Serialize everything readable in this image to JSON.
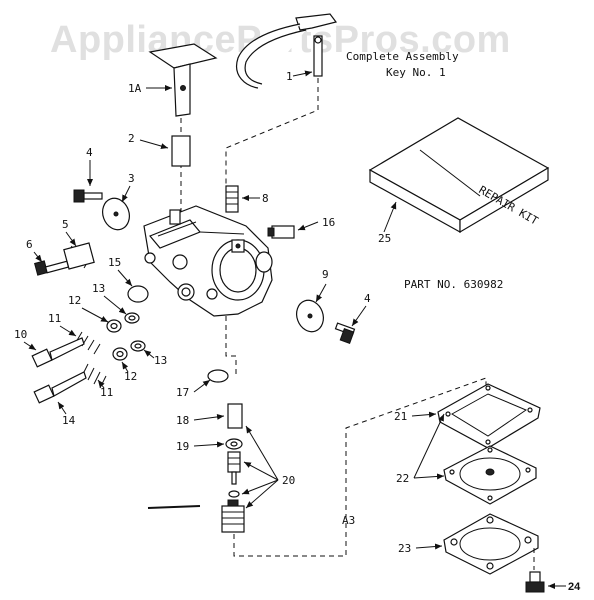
{
  "watermark": "AppliancePartsPros.com",
  "header": {
    "line1": "Complete Assembly",
    "line2": "Key No. 1"
  },
  "part_no": "PART NO. 630982",
  "repair_kit_label": "REPAIR KIT",
  "section_label": "A3",
  "callouts": {
    "c1A": "1A",
    "c1": "1",
    "c2": "2",
    "c3": "3",
    "c4a": "4",
    "c4b": "4",
    "c5": "5",
    "c6": "6",
    "c8": "8",
    "c9": "9",
    "c10": "10",
    "c11a": "11",
    "c11b": "11",
    "c12a": "12",
    "c12b": "12",
    "c13a": "13",
    "c13b": "13",
    "c14": "14",
    "c15": "15",
    "c16": "16",
    "c17": "17",
    "c18": "18",
    "c19": "19",
    "c20": "20",
    "c21": "21",
    "c22": "22",
    "c23": "23",
    "c24": "24",
    "c25": "25"
  }
}
